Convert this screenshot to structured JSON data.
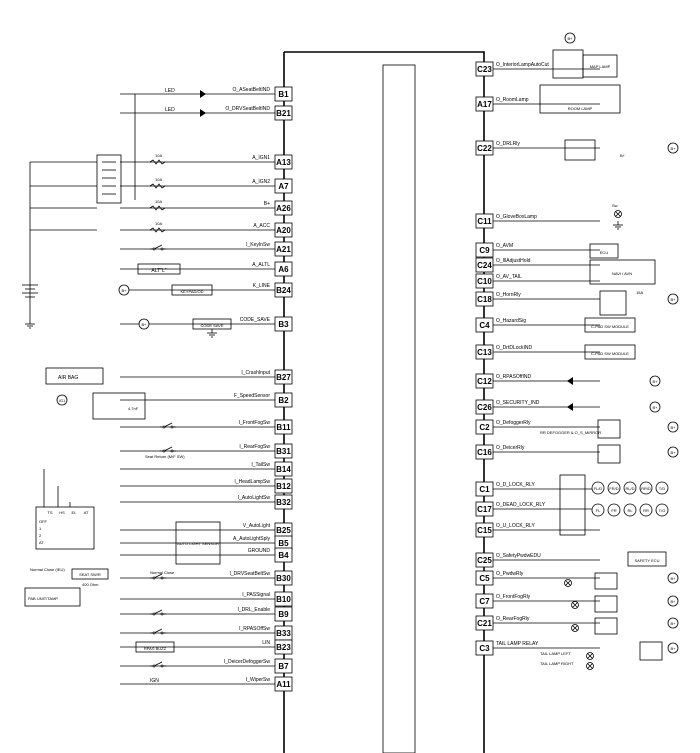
{
  "left_pins": [
    {
      "pin": "B1",
      "signal": "O_ASeatBeltIND"
    },
    {
      "pin": "B21",
      "signal": "O_DRVSeatBeltIND"
    },
    {
      "pin": "A13",
      "signal": "A_IGN1"
    },
    {
      "pin": "A7",
      "signal": "A_IGN2"
    },
    {
      "pin": "A26",
      "signal": "B+"
    },
    {
      "pin": "A20",
      "signal": "A_ACC"
    },
    {
      "pin": "A21",
      "signal": "I_KeyInSw"
    },
    {
      "pin": "A6",
      "signal": "A_ALTL"
    },
    {
      "pin": "B24",
      "signal": "K_LINE"
    },
    {
      "pin": "B3",
      "signal": "CODE_SAVE"
    },
    {
      "pin": "B27",
      "signal": "I_CrashInput"
    },
    {
      "pin": "B2",
      "signal": "F_SpeedSensor"
    },
    {
      "pin": "B11",
      "signal": "I_FrontFogSw"
    },
    {
      "pin": "B31",
      "signal": "I_RearFogSw"
    },
    {
      "pin": "B14",
      "signal": "I_TailSw"
    },
    {
      "pin": "B12",
      "signal": "I_HeadLampSw"
    },
    {
      "pin": "B32",
      "signal": "I_AutoLightSw"
    },
    {
      "pin": "B25",
      "signal": "V_AutoLight"
    },
    {
      "pin": "B5",
      "signal": "A_AutoLightSply"
    },
    {
      "pin": "B4",
      "signal": "GROUND"
    },
    {
      "pin": "B30",
      "signal": "I_DRVSeatBeltSw"
    },
    {
      "pin": "B10",
      "signal": "I_PASSignal"
    },
    {
      "pin": "B9",
      "signal": "I_DRL_Enable"
    },
    {
      "pin": "B33",
      "signal": "I_RPASOffSw"
    },
    {
      "pin": "B23",
      "signal": "LIN"
    },
    {
      "pin": "B7",
      "signal": "I_DeicerDefoggerSw"
    },
    {
      "pin": "A11",
      "signal": "I_WiperSw"
    }
  ],
  "right_pins": [
    {
      "pin": "C23",
      "signal": "O_InteriorLampAutoCut"
    },
    {
      "pin": "A17",
      "signal": "O_RoomLamp"
    },
    {
      "pin": "C22",
      "signal": "O_DRLRly"
    },
    {
      "pin": "C11",
      "signal": "O_GloveBoxLamp"
    },
    {
      "pin": "C9",
      "signal": "O_AVM"
    },
    {
      "pin": "C24",
      "signal": "O_IllAdjustHold"
    },
    {
      "pin": "C10",
      "signal": "O_AV_TAIL"
    },
    {
      "pin": "C18",
      "signal": "O_HornRly"
    },
    {
      "pin": "C4",
      "signal": "O_HazardSig"
    },
    {
      "pin": "C13",
      "signal": "O_DrtDLockIND"
    },
    {
      "pin": "C12",
      "signal": "O_RPASOffIND"
    },
    {
      "pin": "C26",
      "signal": "O_SECURITY_IND"
    },
    {
      "pin": "C2",
      "signal": "O_DefoggerRly"
    },
    {
      "pin": "C16",
      "signal": "O_DeicerRly"
    },
    {
      "pin": "C1",
      "signal": "O_D_LOCK_RLY"
    },
    {
      "pin": "C17",
      "signal": "O_DEAD_LOCK_RLY"
    },
    {
      "pin": "C15",
      "signal": "O_U_LOCK_RLY"
    },
    {
      "pin": "C25",
      "signal": "O_SafetyPwdwEDU"
    },
    {
      "pin": "C5",
      "signal": "O_PwdwRly"
    },
    {
      "pin": "C7",
      "signal": "O_FrontFogRly"
    },
    {
      "pin": "C21",
      "signal": "O_RearFogRly"
    },
    {
      "pin": "C3",
      "signal": "TAIL LAMP RELAY"
    }
  ],
  "labels": {
    "led1": "LED",
    "led2": "LED",
    "fuse_10a_1": "10A",
    "fuse_10a_2": "10A",
    "fuse_10a_3": "10A",
    "fuse_10a_4": "10A",
    "alt": "ALT\"L\"",
    "bplus": "B+",
    "ig1": "IG1",
    "keypad": "KEYPAD/OD",
    "code_save_box": "CODE SAVE",
    "air_bag": "AIR BAG",
    "r47": "4.7nF",
    "seat_return": "Seat Return (M/F SW)",
    "sensor": "AUTO LIGHT SENSOR",
    "normal_close_1": "Normal Close",
    "normal_close_2": "Normal Close (IEU)",
    "seatbelt_sw": "SEAT SW/R",
    "ohm": "400 Ohm",
    "pab": "PAB UNIT/TAMP",
    "rpas": "RPAS BUZZ",
    "ign": "IGN",
    "interior_lamp": "MAP LAMP",
    "room_lamp": "ROOM LAMP",
    "gb_sw": "Sw",
    "ecu": "ECU",
    "navi": "NAVI / AVN",
    "hazard_module": "C-PAD SW MODULE",
    "lock_module": "C-PAD SW MODULE",
    "defogger_mirror": "RR DEFOGGER & O_S_MIRROR",
    "fuse_15a": "15A",
    "safety_ecu": "SAFETY ECU",
    "tail_left": "TAIL LAMP LEFT",
    "tail_right": "TAIL LAMP RIGHT",
    "sw_table_headers": [
      "TS",
      "HS",
      "EL",
      "AT"
    ],
    "sw_table_rows": [
      "OFF",
      "1",
      "2",
      "AT"
    ],
    "lock_actuators": [
      "FL/D",
      "FR/D",
      "RL/D",
      "RR/D",
      "T/D",
      "FL",
      "FR",
      "RL",
      "RR",
      "T/G"
    ]
  }
}
